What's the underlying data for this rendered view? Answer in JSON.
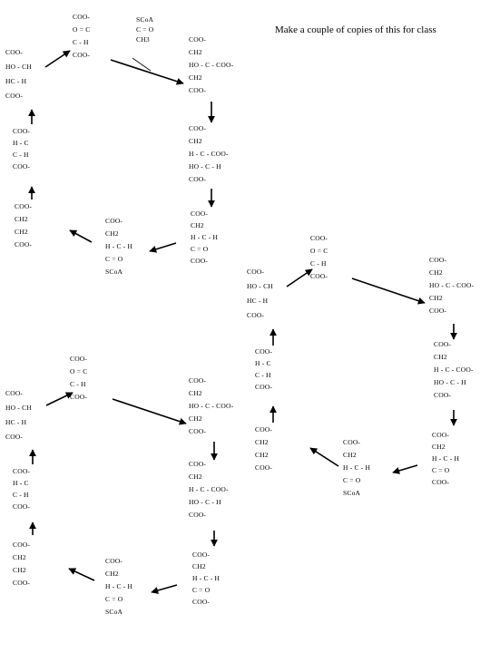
{
  "note": "Make a couple of copies of  this for class",
  "molecules": {
    "oxaloacetate": [
      "COO-",
      "O = C",
      "C - H",
      "COO-"
    ],
    "acetyl_coa": [
      "SCoA",
      "C = O",
      "CH3"
    ],
    "citrate": [
      "COO-",
      "CH2",
      "HO - C - COO-",
      "CH2",
      "COO-"
    ],
    "isocitrate": [
      "COO-",
      "CH2",
      "H - C - COO-",
      "HO - C - H",
      "COO-"
    ],
    "alpha_ketoglutarate": [
      "COO-",
      "CH2",
      "H - C - H",
      "C = O",
      "COO-"
    ],
    "succinyl_coa": [
      "COO-",
      "CH2",
      "H - C - H",
      "C = O",
      "SCoA"
    ],
    "succinate": [
      "COO-",
      "CH2",
      "CH2",
      "COO-"
    ],
    "fumarate": [
      "COO-",
      "H - C",
      "C - H",
      "COO-"
    ],
    "malate": [
      "COO-",
      "HO - CH",
      "HC - H",
      "COO-"
    ]
  }
}
